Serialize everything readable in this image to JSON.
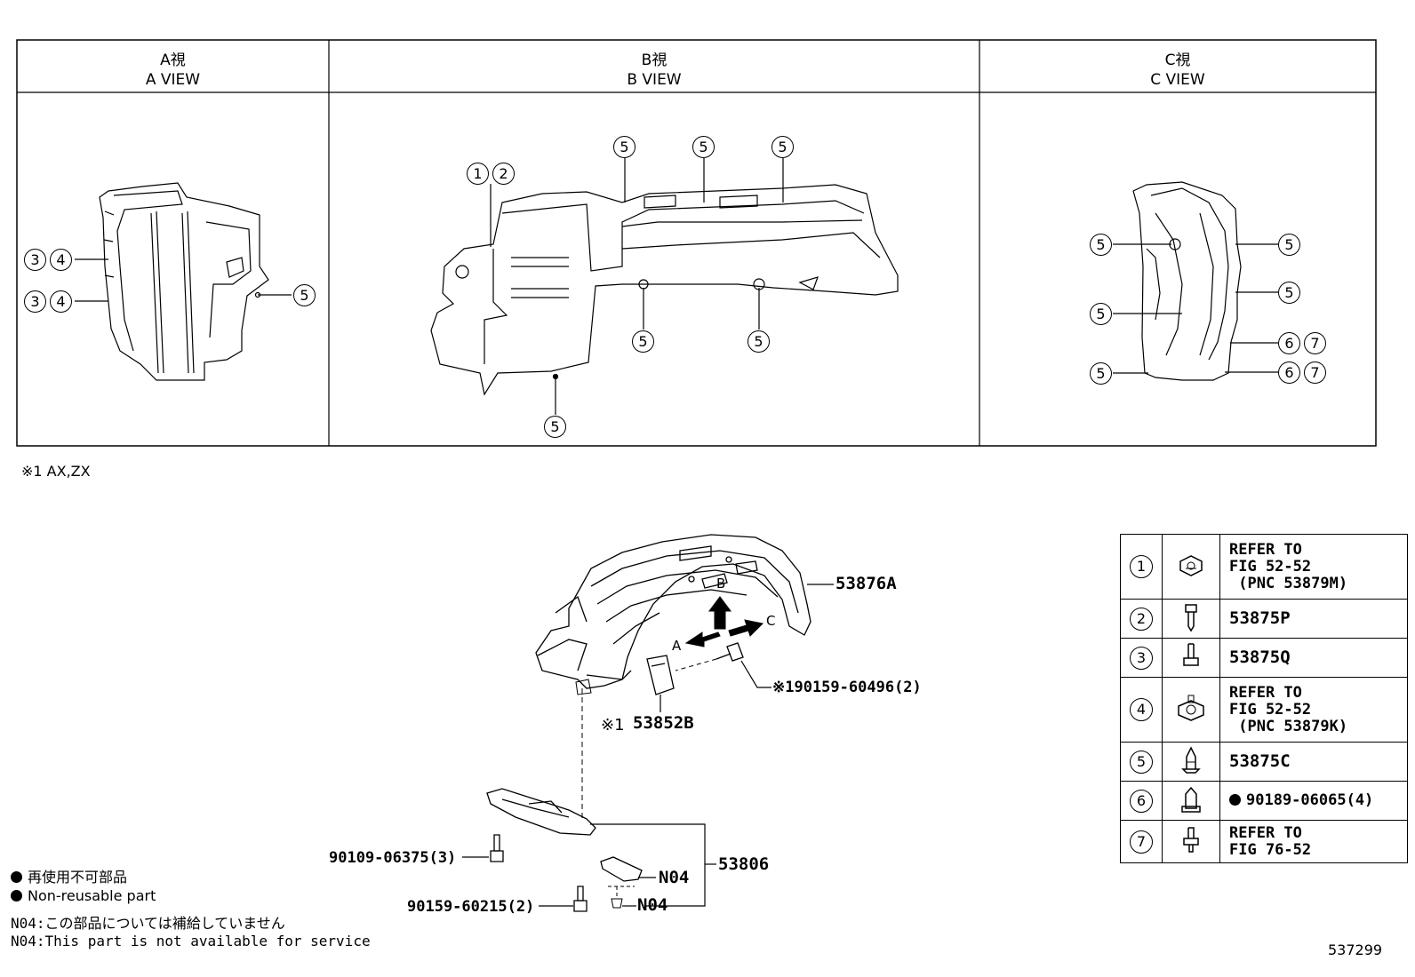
{
  "views": [
    {
      "jp": "A視",
      "en": "A VIEW"
    },
    {
      "jp": "B視",
      "en": "B VIEW"
    },
    {
      "jp": "C視",
      "en": "C VIEW"
    }
  ],
  "callouts": {
    "c1": "1",
    "c2": "2",
    "c3": "3",
    "c4": "4",
    "c5": "5",
    "c6": "6",
    "c7": "7"
  },
  "note_top": "※1 AX,ZX",
  "parts": {
    "liner": "53876A",
    "seal": "53852B",
    "seal_prefix": "※1",
    "screw_right": "※190159-60496(2)",
    "cover": "53806",
    "n04_a": "N04",
    "n04_b": "N04",
    "bolt_left": "90109-06375(3)",
    "bolt_bottom": "90159-60215(2)"
  },
  "arrows": {
    "a": "A",
    "b": "B",
    "c": "C"
  },
  "table": [
    {
      "num": "1",
      "icon": "clip-nut-icon",
      "lines": [
        "REFER TO",
        "FIG 52-52",
        " (PNC 53879M)"
      ]
    },
    {
      "num": "2",
      "icon": "screw-icon",
      "lines": [
        "53875P"
      ]
    },
    {
      "num": "3",
      "icon": "screw-icon",
      "lines": [
        "53875Q"
      ]
    },
    {
      "num": "4",
      "icon": "clip-nut-icon",
      "lines": [
        "REFER TO",
        "FIG 52-52",
        " (PNC 53879K)"
      ]
    },
    {
      "num": "5",
      "icon": "push-clip-icon",
      "lines": [
        "53875C"
      ]
    },
    {
      "num": "6",
      "icon": "nut-icon",
      "lines": [
        "90189-06065(4)"
      ],
      "nonreusable": true
    },
    {
      "num": "7",
      "icon": "screw-icon",
      "lines": [
        "REFER TO",
        "FIG 76-52"
      ]
    }
  ],
  "legend": {
    "jp": "再使用不可部品",
    "en": "Non-reusable part",
    "n04_jp": "N04:この部品については補給していません",
    "n04_en": "N04:This part is not available for service"
  },
  "figure_id": "537299"
}
